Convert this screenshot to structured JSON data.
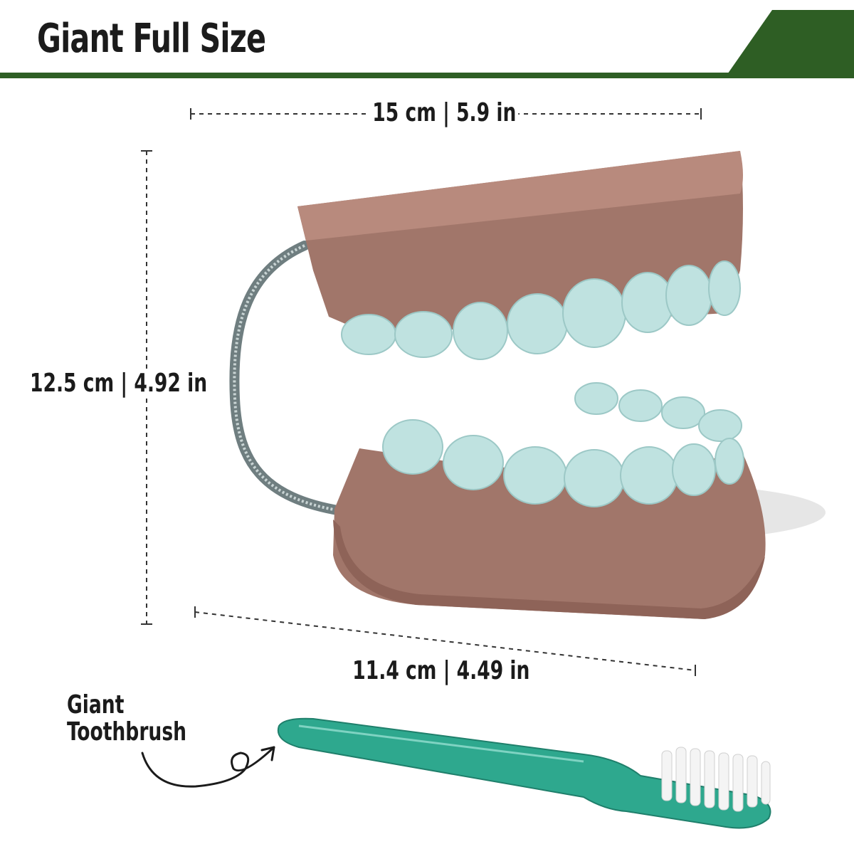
{
  "header": {
    "title": "Giant Full Size",
    "accent_color": "#2e5e24"
  },
  "dimensions": {
    "width": "15 cm | 5.9 in",
    "height": "12.5 cm | 4.92 in",
    "depth": "11.4 cm | 4.49 in"
  },
  "toothbrush": {
    "label_line1": "Giant",
    "label_line2": "Toothbrush"
  },
  "icons": {
    "pointer": "curly-arrow-icon"
  }
}
